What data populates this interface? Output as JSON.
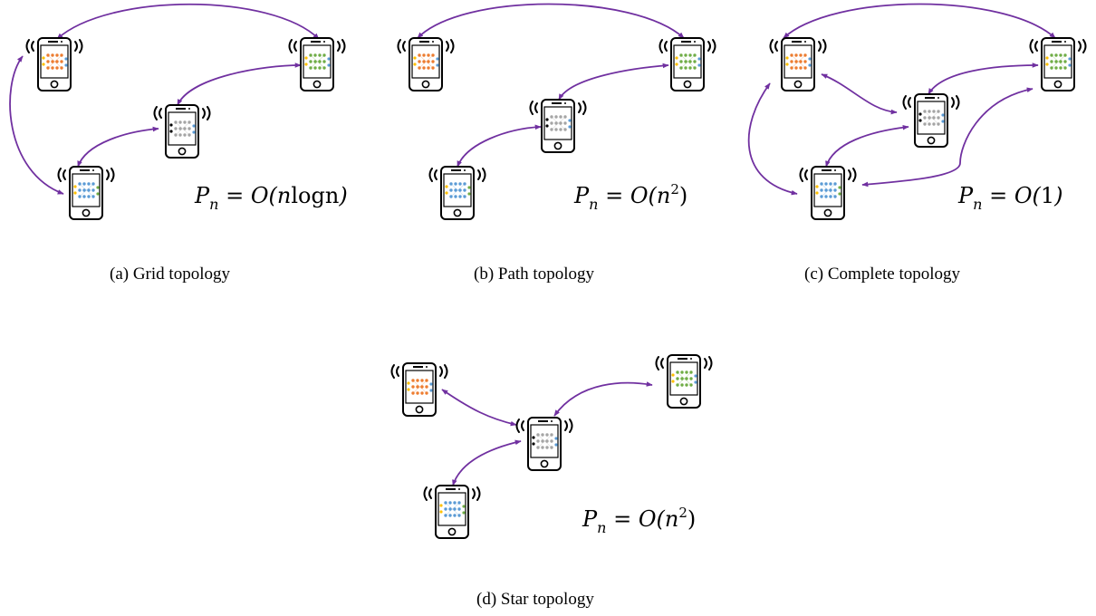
{
  "colors": {
    "edge": "#7030A0",
    "orange": "#ED7D31",
    "green": "#70AD47",
    "gray": "#A5A5A5",
    "blue": "#5B9BD5",
    "yellow": "#FFC000",
    "black": "#000000"
  },
  "icons": {
    "device": "smartphone-icon",
    "signal": "wireless-signal-icon",
    "model": "neural-network-icon"
  },
  "panels": [
    {
      "id": "a",
      "caption": "(a)  Grid topology",
      "formula": {
        "lhs": "P",
        "sub": "n",
        "eq": " = ",
        "fn": "O(",
        "arg_italic": "n",
        "arg_upright": "logn",
        "sup": "",
        "close": ")"
      },
      "nodes": [
        "orange",
        "green",
        "gray",
        "blue"
      ],
      "edges": [
        [
          "orange",
          "green"
        ],
        [
          "green",
          "gray"
        ],
        [
          "gray",
          "blue"
        ],
        [
          "blue",
          "orange"
        ]
      ]
    },
    {
      "id": "b",
      "caption": "(b)  Path topology",
      "formula": {
        "lhs": "P",
        "sub": "n",
        "eq": " = ",
        "fn": "O(",
        "arg_italic": "n",
        "arg_upright": "",
        "sup": "2",
        "close": ")"
      },
      "nodes": [
        "orange",
        "green",
        "gray",
        "blue"
      ],
      "edges": [
        [
          "orange",
          "green"
        ],
        [
          "green",
          "gray"
        ],
        [
          "gray",
          "blue"
        ]
      ]
    },
    {
      "id": "c",
      "caption": "(c)  Complete topology",
      "formula": {
        "lhs": "P",
        "sub": "n",
        "eq": " = ",
        "fn": "O(",
        "arg_italic": "",
        "arg_upright": "1",
        "sup": "",
        "close": ")"
      },
      "nodes": [
        "orange",
        "green",
        "gray",
        "blue"
      ],
      "edges": [
        [
          "orange",
          "green"
        ],
        [
          "orange",
          "gray"
        ],
        [
          "orange",
          "blue"
        ],
        [
          "green",
          "gray"
        ],
        [
          "green",
          "blue"
        ],
        [
          "gray",
          "blue"
        ]
      ]
    },
    {
      "id": "d",
      "caption": "(d)  Star topology",
      "formula": {
        "lhs": "P",
        "sub": "n",
        "eq": " = ",
        "fn": "O(",
        "arg_italic": "n",
        "arg_upright": "",
        "sup": "2",
        "close": ")"
      },
      "nodes": [
        "orange",
        "green",
        "gray",
        "blue"
      ],
      "edges": [
        [
          "gray",
          "orange"
        ],
        [
          "gray",
          "green"
        ],
        [
          "gray",
          "blue"
        ]
      ]
    }
  ]
}
